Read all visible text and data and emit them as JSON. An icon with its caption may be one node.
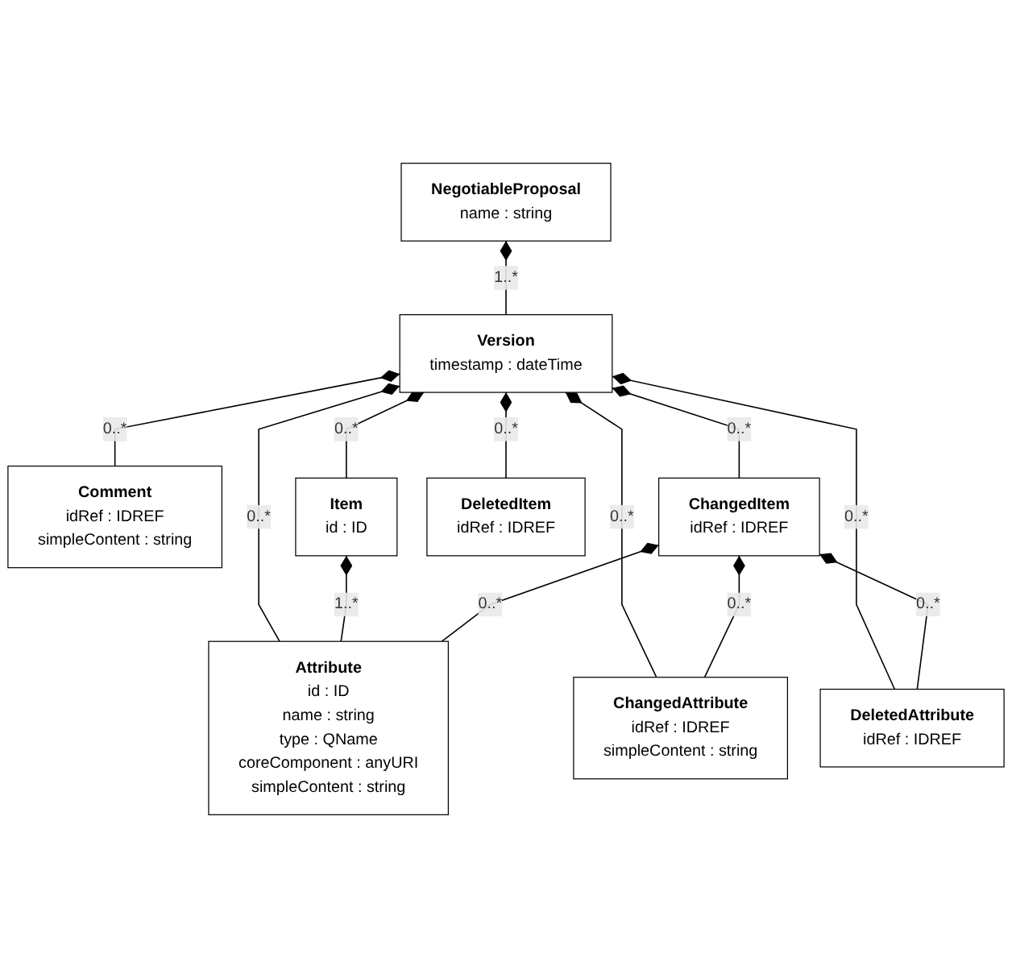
{
  "diagram": {
    "nodes": [
      {
        "text": [
          "NegotiableProposal",
          "name : string"
        ]
      },
      {
        "text": [
          "Version",
          "timestamp : dateTime"
        ]
      },
      {
        "text": [
          "Comment",
          "idRef : IDREF",
          "simpleContent : string"
        ]
      },
      {
        "text": [
          "Attribute",
          "id : ID",
          "name : string",
          "type : QName",
          "coreComponent : anyURI",
          "simpleContent : string"
        ]
      },
      {
        "text": [
          "Item",
          "id : ID"
        ]
      },
      {
        "text": [
          "ChangedItem",
          "idRef : IDREF"
        ]
      },
      {
        "text": [
          "DeletedItem",
          "idRef : IDREF"
        ]
      },
      {
        "text": [
          "ChangedAttribute",
          "idRef : IDREF",
          "simpleContent : string"
        ]
      },
      {
        "text": [
          "DeletedAttribute",
          "idRef : IDREF"
        ]
      }
    ],
    "edges": [
      {
        "from": 0,
        "to": 1,
        "arrow": "other",
        "label": "1..*"
      },
      {
        "from": 1,
        "to": 2,
        "arrow": "other",
        "label": "0..*"
      },
      {
        "from": 1,
        "to": 3,
        "arrow": "other",
        "label": "0..*"
      },
      {
        "from": 1,
        "to": 7,
        "arrow": "other",
        "label": "0..*"
      },
      {
        "from": 1,
        "to": 8,
        "arrow": "other",
        "label": "0..*"
      },
      {
        "from": 1,
        "to": 4,
        "arrow": "other",
        "label": "0..*"
      },
      {
        "from": 1,
        "to": 5,
        "arrow": "other",
        "label": "0..*"
      },
      {
        "from": 1,
        "to": 6,
        "arrow": "other",
        "label": "0..*"
      },
      {
        "from": 4,
        "to": 3,
        "arrow": "other",
        "label": "1..*"
      },
      {
        "from": 5,
        "to": 3,
        "arrow": "other",
        "label": "0..*"
      },
      {
        "from": 5,
        "to": 7,
        "arrow": "other",
        "label": "0..*"
      },
      {
        "from": 5,
        "to": 8,
        "arrow": "other",
        "label": "0..*"
      }
    ]
  }
}
